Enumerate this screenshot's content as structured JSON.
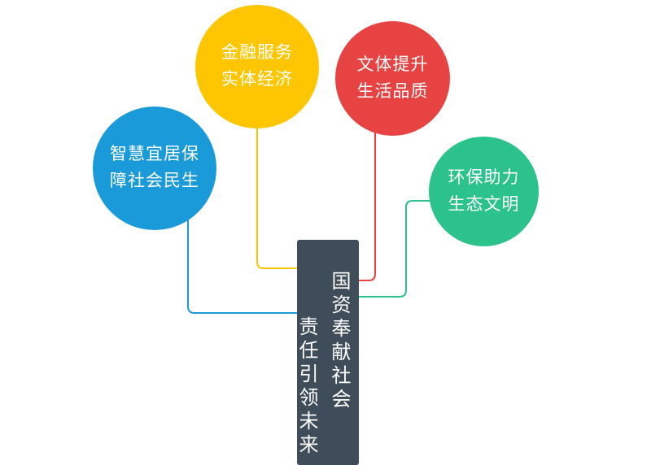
{
  "background_color": "#ffffff",
  "diagram": {
    "center": {
      "column_right": "国资奉献社会",
      "column_left": "责任引领未来",
      "color": "#3f4d5a"
    },
    "nodes": [
      {
        "id": "smart-living",
        "label_line1": "智慧宜居保",
        "label_line2": "障社会民生",
        "color": "#1a9ad8"
      },
      {
        "id": "finance",
        "label_line1": "金融服务",
        "label_line2": "实体经济",
        "color": "#fec601"
      },
      {
        "id": "culture-sports",
        "label_line1": "文体提升",
        "label_line2": "生活品质",
        "color": "#e84343"
      },
      {
        "id": "environment",
        "label_line1": "环保助力",
        "label_line2": "生态文明",
        "color": "#2bc28b"
      }
    ]
  }
}
